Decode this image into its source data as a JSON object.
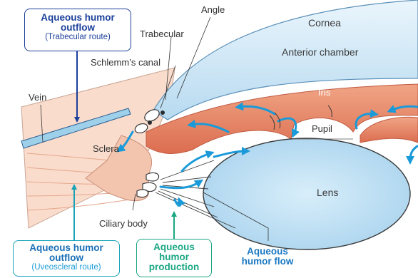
{
  "labels": {
    "angle": "Angle",
    "cornea": "Cornea",
    "trabecular": "Trabecular",
    "anterior_chamber": "Anterior chamber",
    "schlemms_canal": "Schlemm’s canal",
    "vein": "Vein",
    "iris": "Iris",
    "sclera": "Sclera",
    "pupil": "Pupil",
    "lens": "Lens",
    "ciliary_body": "Ciliary body"
  },
  "callouts": {
    "trabecular_outflow": {
      "title_line1": "Aqueous humor",
      "title_line2": "outflow",
      "subtitle": "(Trabecular route)"
    },
    "uveoscleral_outflow": {
      "title_line1": "Aqueous humor",
      "title_line2": "outflow",
      "subtitle": "(Uveoscleral route)"
    },
    "production": {
      "line1": "Aqueous",
      "line2": "humor",
      "line3": "production"
    },
    "flow": {
      "line1": "Aqueous",
      "line2": "humor flow"
    }
  },
  "colors": {
    "cornea": "#b9dcf0",
    "lens": "#bfe0f2",
    "tissue": "#f7d6c4",
    "iris": "#e8866a",
    "flow_arrow": "#1a9ad8",
    "outflow_trabecular": "#1b3f9a",
    "outflow_uveoscleral": "#19a2b8",
    "production": "#1aa683"
  }
}
